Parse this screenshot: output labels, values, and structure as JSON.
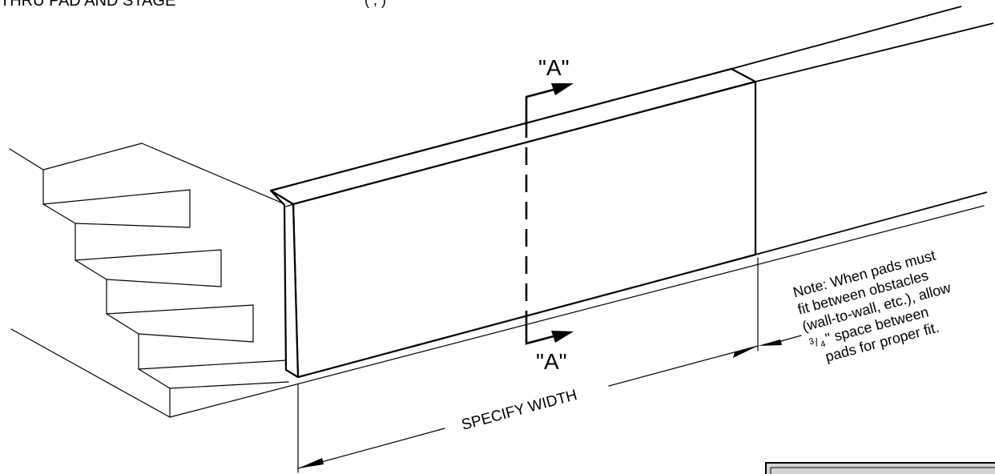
{
  "header": {
    "left": "THRU PAD AND STAGE",
    "center": "( ,  )"
  },
  "section_marker": {
    "top": "\"A\"",
    "bottom": "\"A\""
  },
  "dimension": {
    "width_label": "SPECIFY WIDTH"
  },
  "note": {
    "lines": [
      "Note: When pads must",
      "fit between obstacles",
      "(wall-to-wall, etc.), allow",
      "\" space between",
      "pads for proper fit."
    ],
    "fraction_num": "3",
    "fraction_den": "4"
  }
}
